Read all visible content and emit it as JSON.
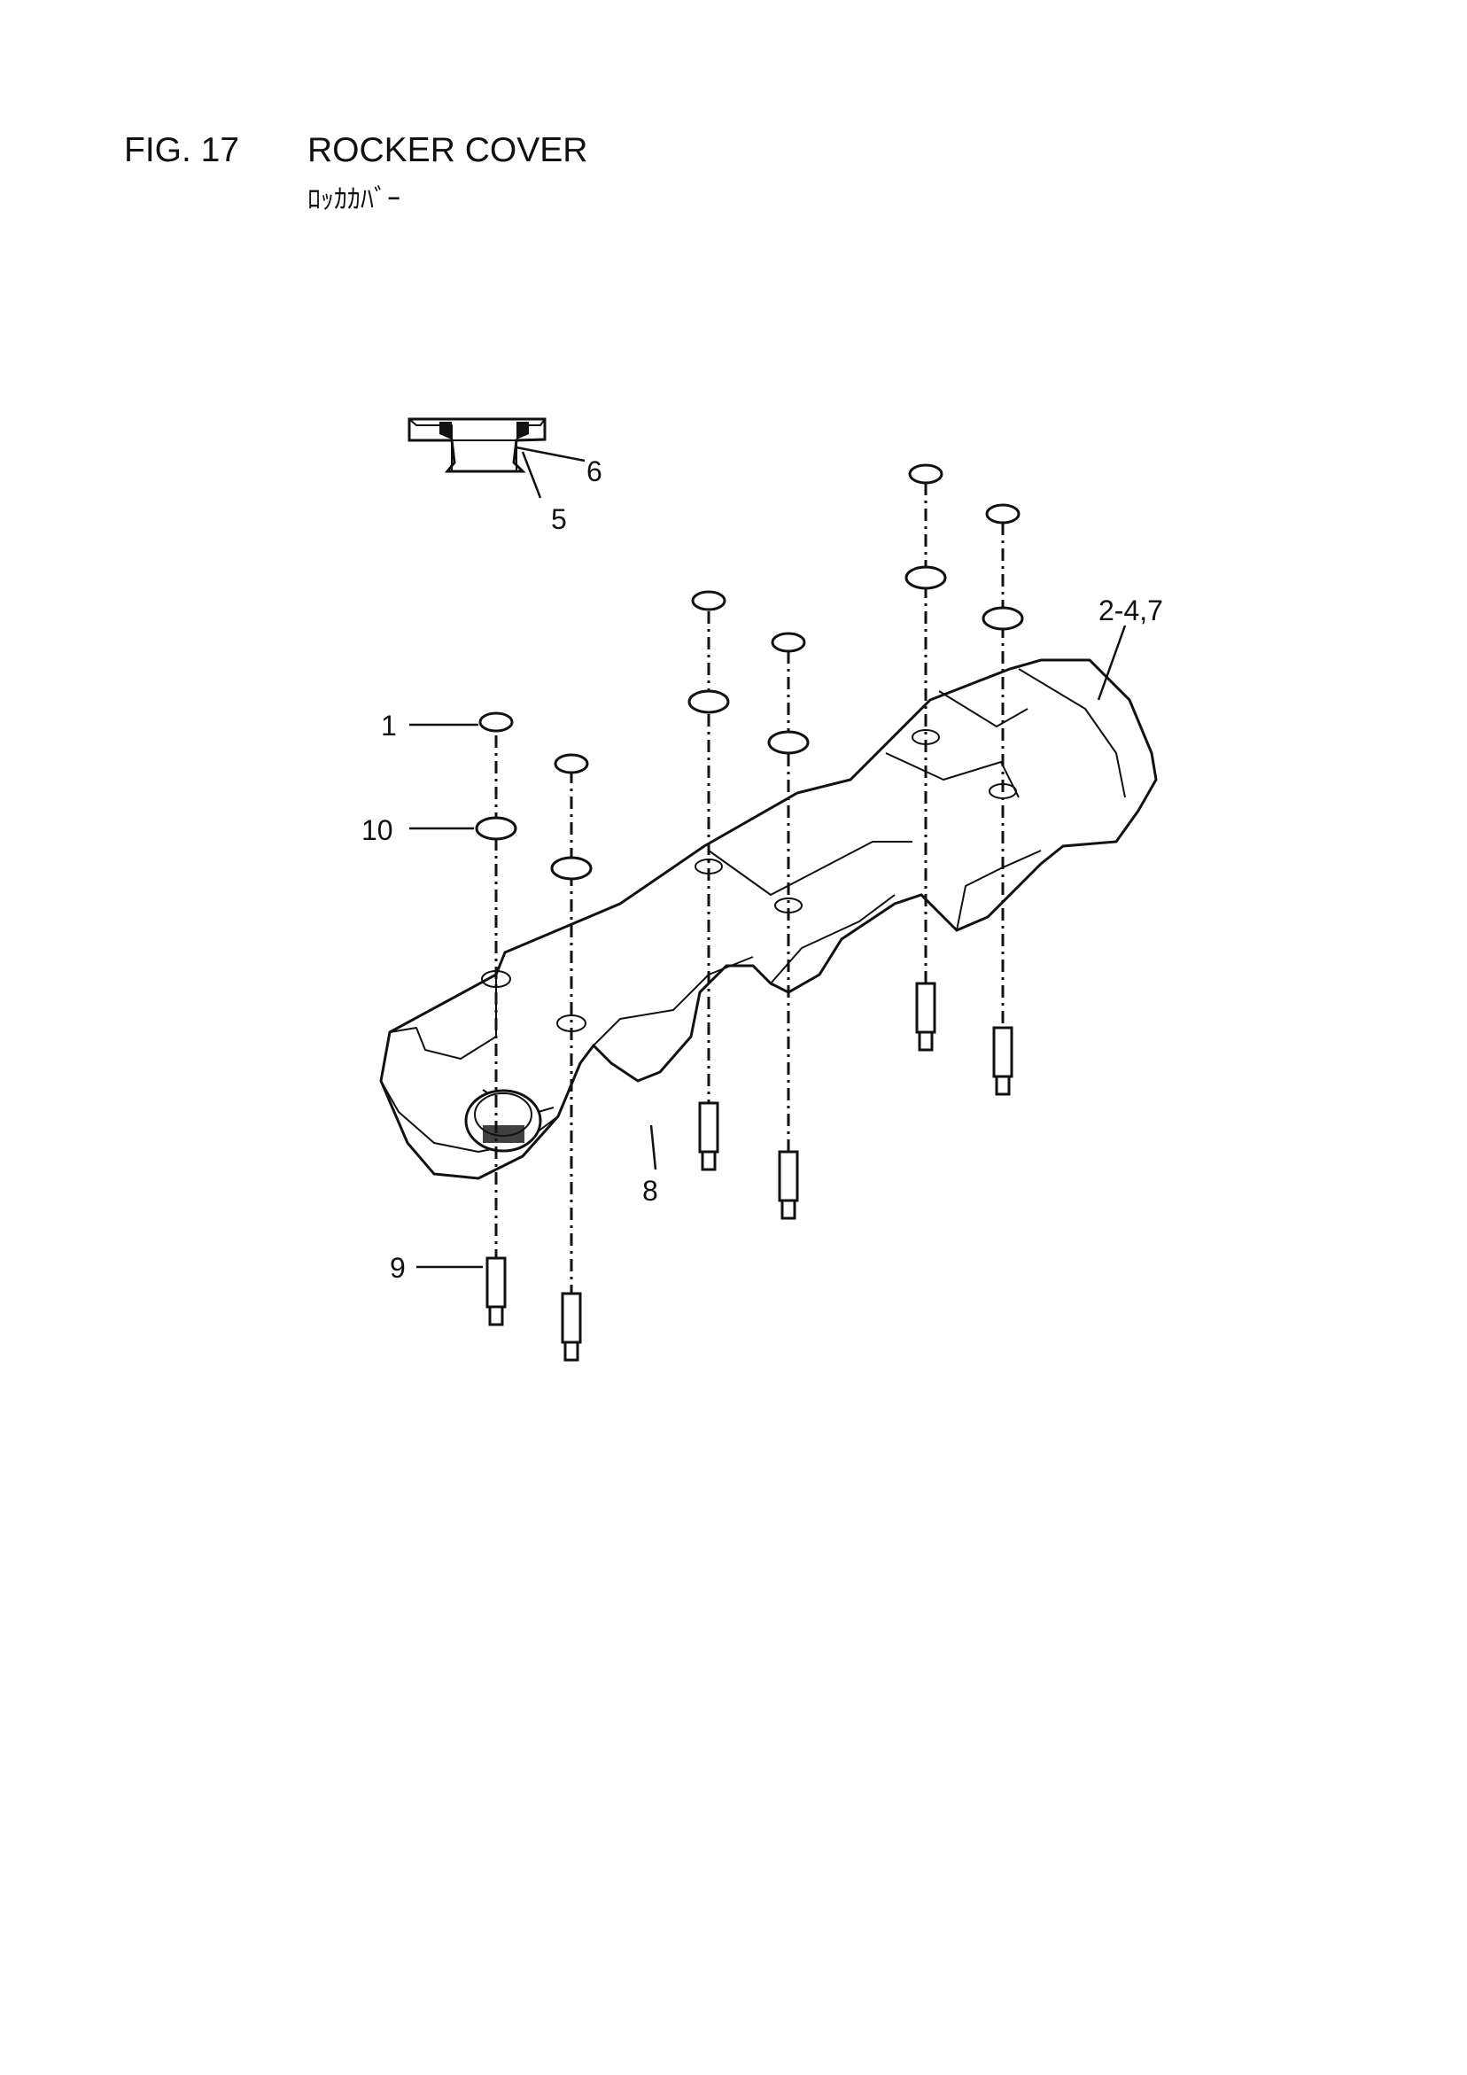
{
  "figure": {
    "number": "FIG. 17",
    "title": "ROCKER COVER",
    "subtitle": "ﾛｯｶｶﾊﾞｰ"
  },
  "callouts": {
    "c1": "1",
    "c2_4_7": "2-4,7",
    "c5": "5",
    "c6": "6",
    "c8": "8",
    "c9": "9",
    "c10": "10"
  }
}
